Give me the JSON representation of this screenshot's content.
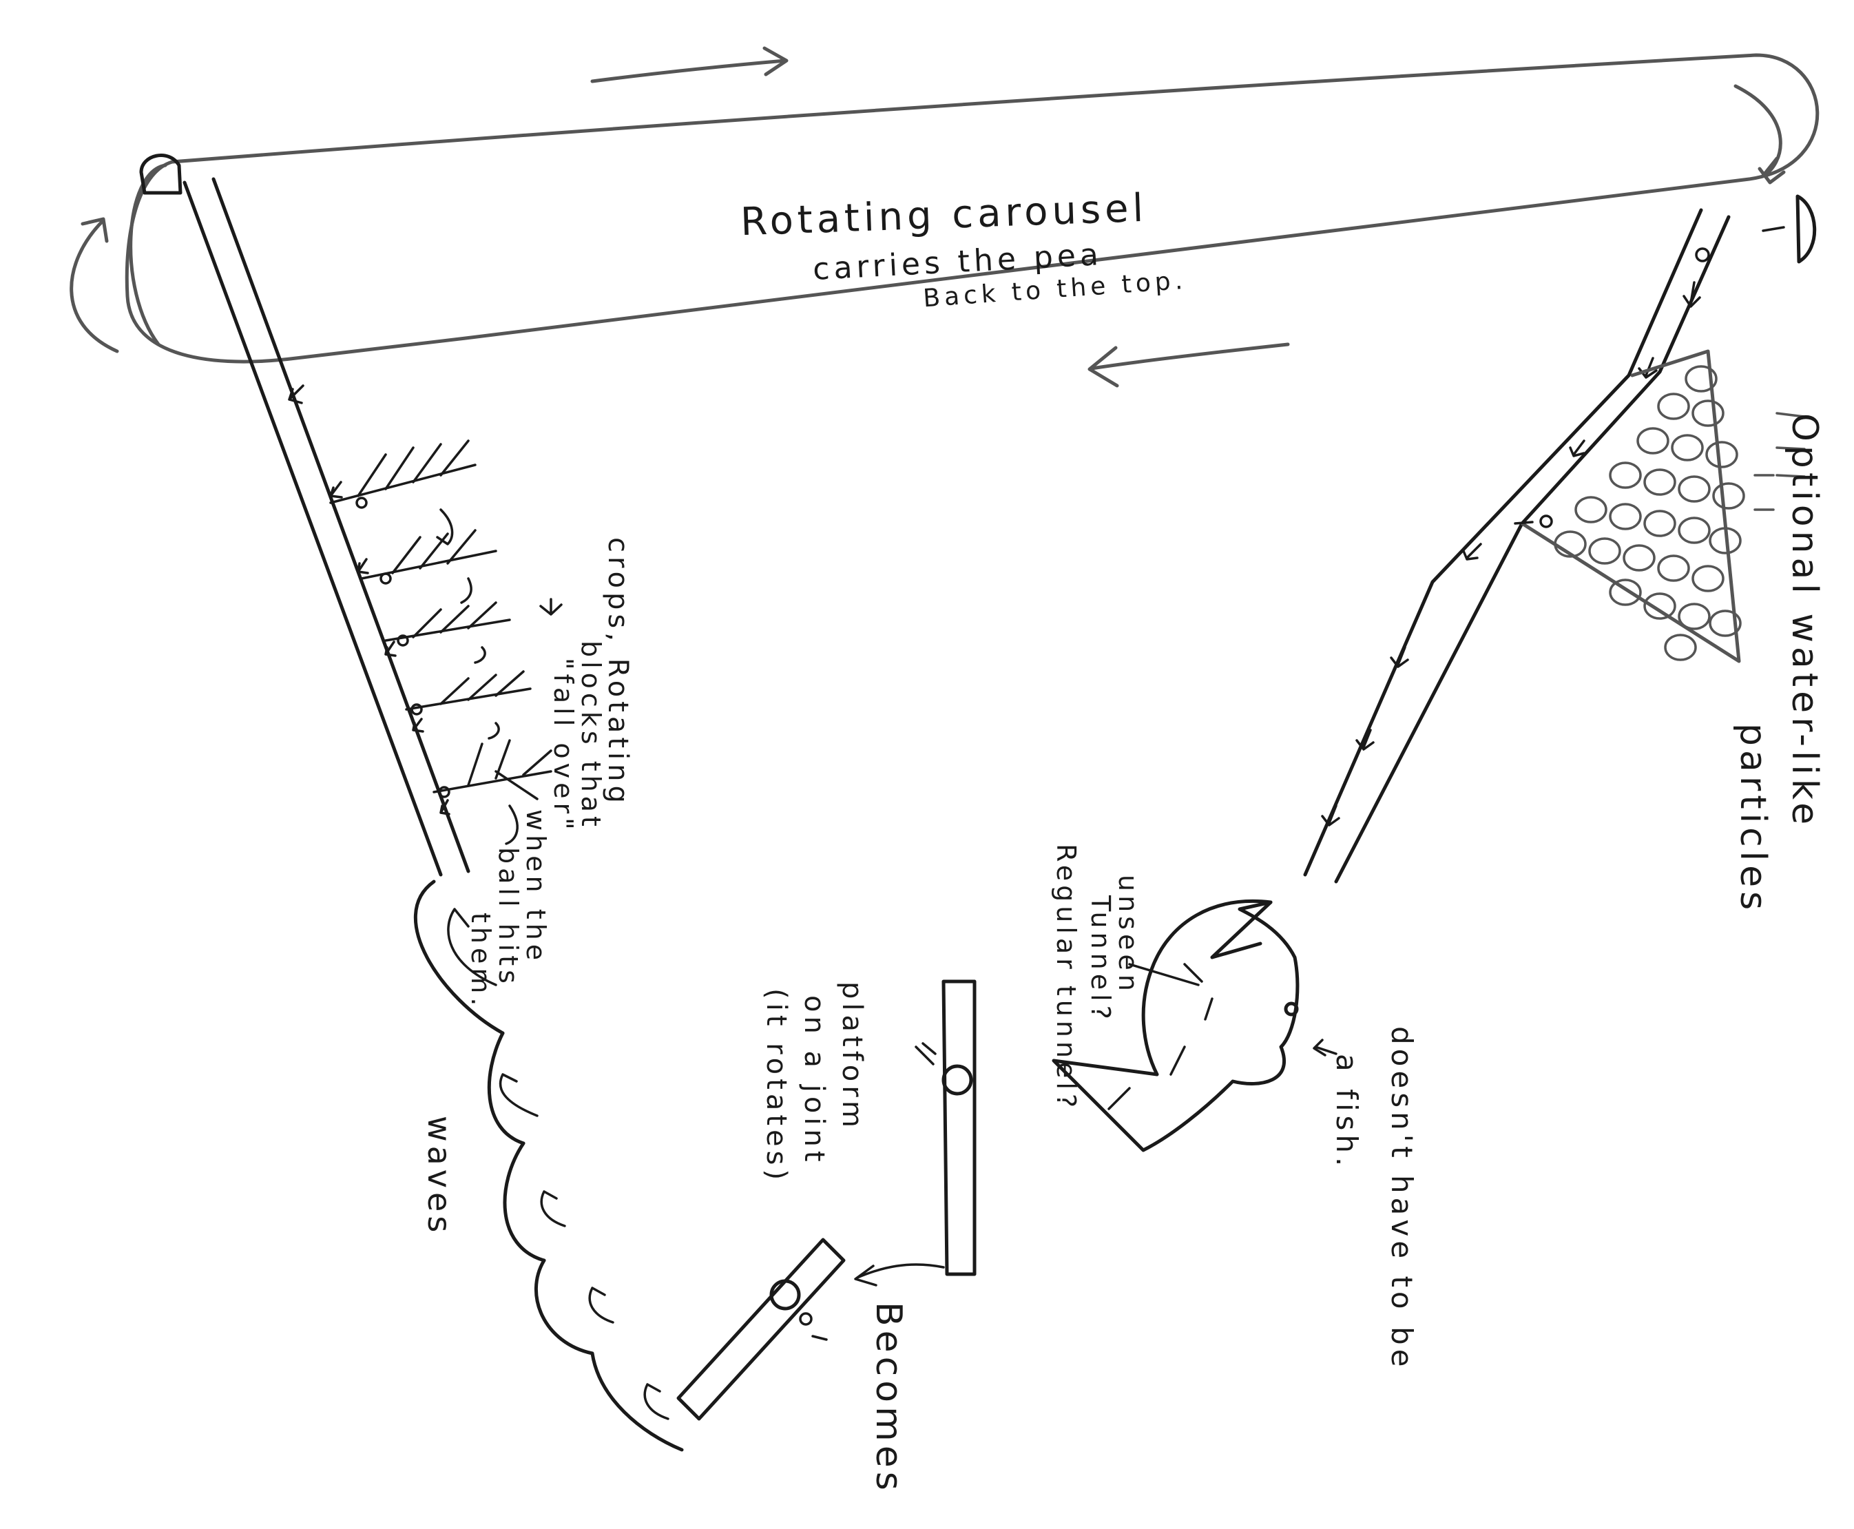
{
  "labels": {
    "carousel_line1": "Rotating carousel",
    "carousel_line2": "carries the pea",
    "carousel_line3": "Back to the top.",
    "water_particles_1": "Optional water-like",
    "water_particles_2": "particles",
    "crops_1": "crops, Rotating",
    "crops_2": "blocks that",
    "crops_3": "\"fall over\"",
    "crops_4": "when the",
    "crops_5": "ball hits",
    "crops_6": "them.",
    "unseen_1": "unseen",
    "unseen_2": "Tunnel?",
    "unseen_3": "Regular tunnel?",
    "platform_1": "platform",
    "platform_2": "on a joint",
    "platform_3": "(it rotates)",
    "fish_1": "doesn't have to be",
    "fish_2": "a fish.",
    "waves": "waves",
    "becomes": "Becomes"
  },
  "colors": {
    "ink": "#1a1a1a",
    "paper": "#ffffff",
    "shading": "#555555"
  }
}
